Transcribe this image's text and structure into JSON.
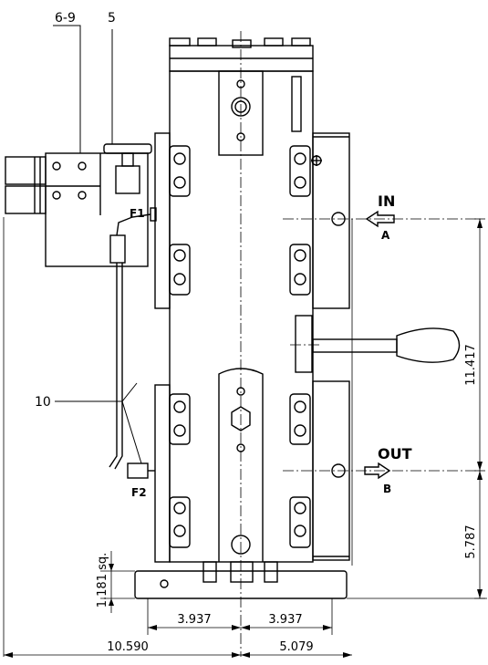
{
  "callouts": {
    "part_6_9": "6-9",
    "part_5": "5",
    "part_10": "10"
  },
  "ports": {
    "in_label": "IN",
    "in_sub": "A",
    "out_label": "OUT",
    "out_sub": "B",
    "f1": "F1",
    "f2": "F2"
  },
  "dimensions": {
    "height_upper": "11.417",
    "height_lower": "5.787",
    "base_square": "1.181 sq.",
    "half_left": "3.937",
    "half_right": "3.937",
    "overall_left": "10.590",
    "overall_right": "5.079"
  }
}
